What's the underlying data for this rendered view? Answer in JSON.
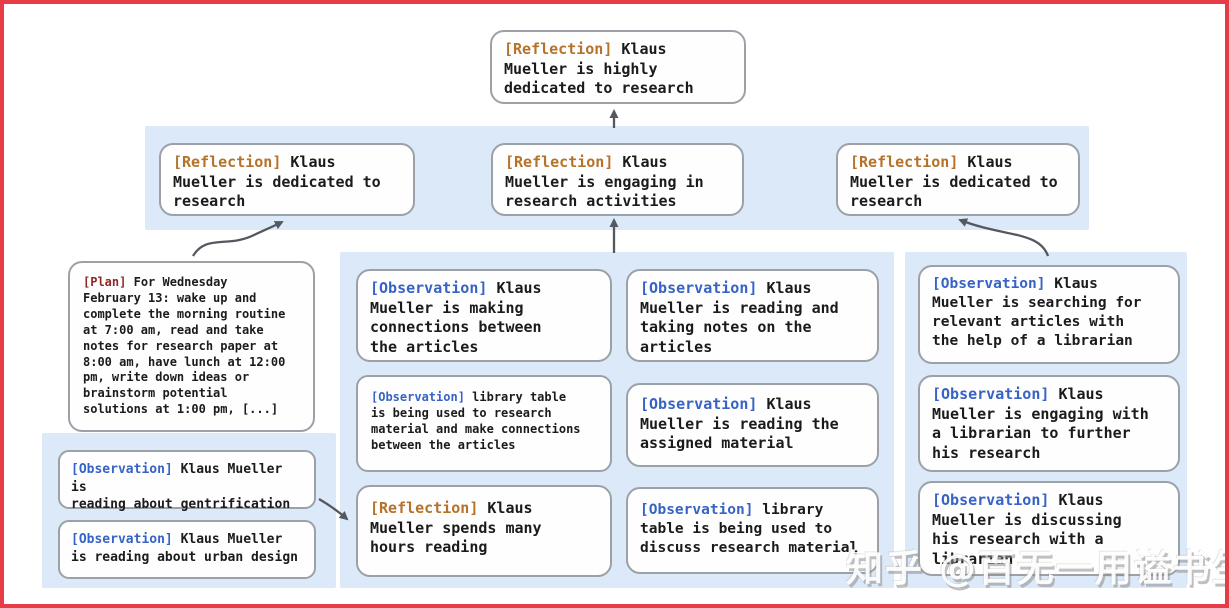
{
  "palette": {
    "frame_border": "#e73b47",
    "panel_blue": "#dce9f8",
    "box_border": "#9ca1a8",
    "reflection_label": "#b5722b",
    "observation_label": "#3763c6",
    "plan_label": "#8e2a25",
    "arrow": "#54595f",
    "text": "#1b1b1b"
  },
  "nodes": {
    "root_reflection": {
      "label": "[Reflection]",
      "text": "Klaus\nMueller is highly\ndedicated to research"
    },
    "reflection_left": {
      "label": "[Reflection]",
      "text": "Klaus\nMueller is dedicated to\nresearch"
    },
    "reflection_center": {
      "label": "[Reflection]",
      "text": "Klaus\nMueller is engaging in\nresearch activities"
    },
    "reflection_right": {
      "label": "[Reflection]",
      "text": "Klaus\nMueller is dedicated to\nresearch"
    },
    "plan": {
      "label": "[Plan]",
      "text": "For Wednesday\nFebruary 13: wake up and\ncomplete the morning routine\nat 7:00 am, read and take\nnotes for research paper at\n8:00 am, have lunch at 12:00\npm, write down ideas or\nbrainstorm potential\nsolutions at 1:00 pm, [...]"
    },
    "obs_gentrification": {
      "label": "[Observation]",
      "text": "Klaus Mueller is\nreading about gentrification"
    },
    "obs_urban_design": {
      "label": "[Observation]",
      "text": "Klaus Mueller\nis reading about urban design"
    },
    "obs_connections": {
      "label": "[Observation]",
      "text": "Klaus\nMueller is making\nconnections between\nthe articles"
    },
    "obs_library_research": {
      "label": "[Observation]",
      "text": "library table\nis being used to research\nmaterial and make connections\nbetween the articles"
    },
    "reflection_hours": {
      "label": "[Reflection]",
      "text": "Klaus\nMueller spends many\nhours reading"
    },
    "obs_taking_notes": {
      "label": "[Observation]",
      "text": "Klaus\nMueller is reading and\ntaking notes on the\narticles"
    },
    "obs_assigned_material": {
      "label": "[Observation]",
      "text": "Klaus\nMueller is reading the\nassigned material"
    },
    "obs_library_discuss": {
      "label": "[Observation]",
      "text": "library\ntable is being used to\ndiscuss research material"
    },
    "obs_searching_articles": {
      "label": "[Observation]",
      "text": "Klaus\nMueller is searching for\nrelevant articles with\nthe help of a librarian"
    },
    "obs_engaging_librarian": {
      "label": "[Observation]",
      "text": "Klaus\nMueller is engaging with\na librarian to further\nhis research"
    },
    "obs_discussing_research": {
      "label": "[Observation]",
      "text": "Klaus\nMueller is discussing\nhis research with a\nlibrarian"
    }
  },
  "watermark": {
    "text": "知乎 @百无一用谥书生"
  }
}
